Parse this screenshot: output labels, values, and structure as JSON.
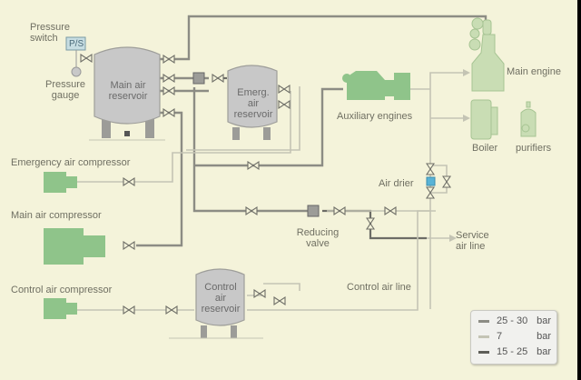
{
  "diagram": {
    "title": "Compressed air system",
    "components": {
      "pressure_switch": {
        "label": "Pressure\nswitch",
        "tag": "P/S"
      },
      "pressure_gauge": {
        "label": "Pressure\ngauge"
      },
      "main_air_reservoir": {
        "label_1": "Main air",
        "label_2": "reservoir"
      },
      "emerg_air_reservoir": {
        "label_1": "Emerg.",
        "label_2": "air",
        "label_3": "reservoir"
      },
      "control_air_reservoir": {
        "label_1": "Control",
        "label_2": "air",
        "label_3": "reservoir"
      },
      "auxiliary_engines": {
        "label": "Auxiliary engines"
      },
      "main_engine": {
        "label": "Main engine"
      },
      "boiler": {
        "label": "Boiler"
      },
      "purifiers": {
        "label": "purifiers"
      },
      "emergency_air_compressor": {
        "label": "Emergency air compressor"
      },
      "main_air_compressor": {
        "label": "Main air compressor"
      },
      "control_air_compressor": {
        "label": "Control air compressor"
      },
      "air_drier": {
        "label": "Air drier"
      },
      "reducing_valve": {
        "label_1": "Reducing",
        "label_2": "valve"
      },
      "service_air_line": {
        "label_1": "Service",
        "label_2": "air line"
      },
      "control_air_line": {
        "label": "Control air line"
      }
    },
    "legend": [
      {
        "range": "25 - 30",
        "unit": "bar",
        "color": "#8c8c84"
      },
      {
        "range": "7",
        "unit": "bar",
        "color": "#c4c4b4"
      },
      {
        "range": "15 - 25",
        "unit": "bar",
        "color": "#5e5e58"
      }
    ],
    "colors": {
      "background": "#f4f3da",
      "equipment_green": "#8fc48a",
      "consumer_green": "#c9ddb4",
      "tank_grey": "#c8c8c8",
      "pipe_high": "#8c8c84",
      "pipe_low": "#c4c4b4",
      "pipe_mid": "#5e5e58",
      "drier_blue": "#58b3d6"
    }
  }
}
